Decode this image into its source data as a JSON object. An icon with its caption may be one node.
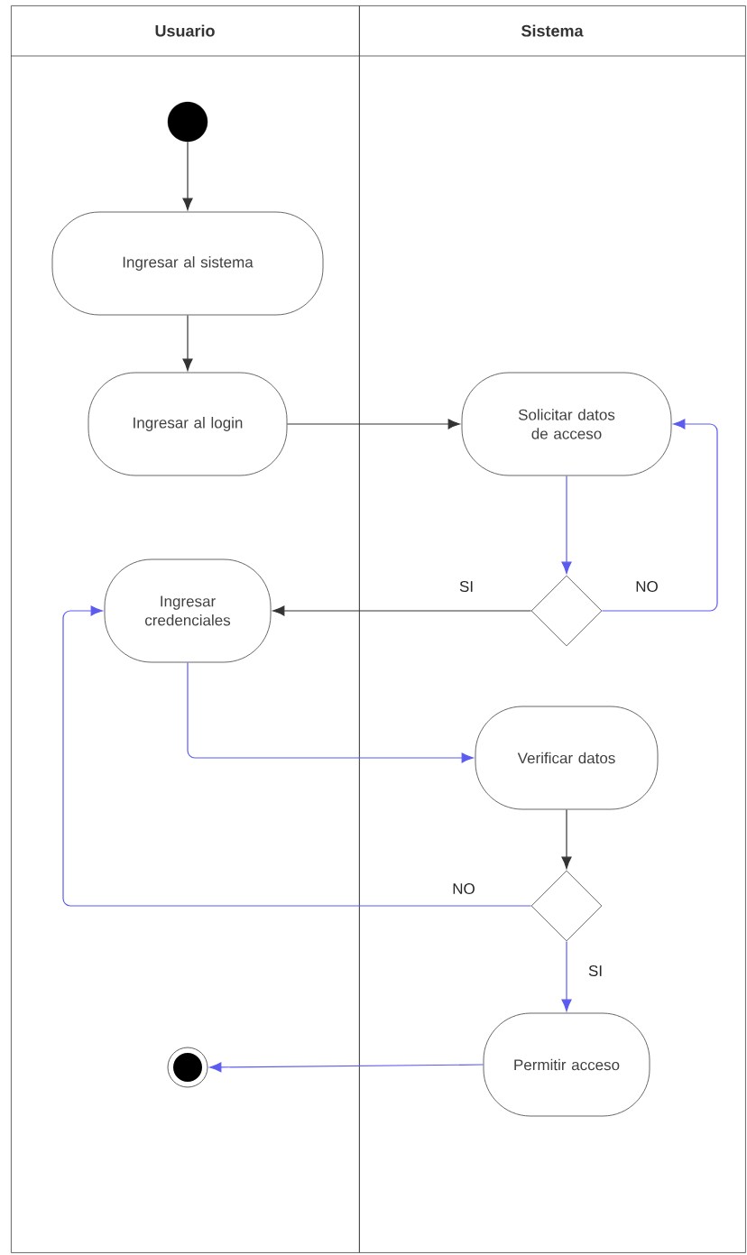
{
  "diagram": {
    "nodes": [
      {
        "text": [
          "Usuario"
        ]
      },
      {
        "text": [
          "Sistema"
        ]
      },
      {
        "text": [],
        "shape": "circle",
        "in": 0
      },
      {
        "text": [
          "Ingresar al sistema"
        ],
        "in": 0
      },
      {
        "text": [
          "Ingresar al login"
        ],
        "in": 0
      },
      {
        "text": [
          "Solicitar datos de acceso"
        ],
        "in": 1
      },
      {
        "text": [],
        "shape": "diamond",
        "in": 1
      },
      {
        "text": [
          "Ingresar credenciales"
        ],
        "in": 0
      },
      {
        "text": [
          "Verificar datos"
        ],
        "in": 1
      },
      {
        "text": [],
        "shape": "diamond",
        "in": 1
      },
      {
        "text": [
          "Permitir acceso"
        ],
        "in": 1
      },
      {
        "text": [],
        "shape": "bullseye",
        "in": 0
      }
    ],
    "edges": [
      {
        "from": 2,
        "to": 3,
        "arrow": "to",
        "color": "#333333"
      },
      {
        "from": 3,
        "to": 4,
        "arrow": "to",
        "color": "#333333"
      },
      {
        "from": 4,
        "to": 5,
        "arrow": "to",
        "color": "#333333"
      },
      {
        "from": 5,
        "to": 6,
        "arrow": "to",
        "color": "#5b5bf0"
      },
      {
        "from": 6,
        "to": 7,
        "arrow": "to",
        "label": "SI",
        "color": "#333333"
      },
      {
        "from": 6,
        "to": 5,
        "arrow": "to",
        "label": "NO",
        "color": "#5b5bf0"
      },
      {
        "from": 7,
        "to": 8,
        "arrow": "to",
        "color": "#5b5bf0"
      },
      {
        "from": 8,
        "to": 9,
        "arrow": "to",
        "color": "#333333"
      },
      {
        "from": 9,
        "to": 7,
        "arrow": "to",
        "label": "NO",
        "color": "#5b5bf0"
      },
      {
        "from": 9,
        "to": 10,
        "arrow": "to",
        "label": "SI",
        "color": "#5b5bf0"
      },
      {
        "from": 10,
        "to": 11,
        "arrow": "to",
        "color": "#5b5bf0"
      }
    ]
  }
}
